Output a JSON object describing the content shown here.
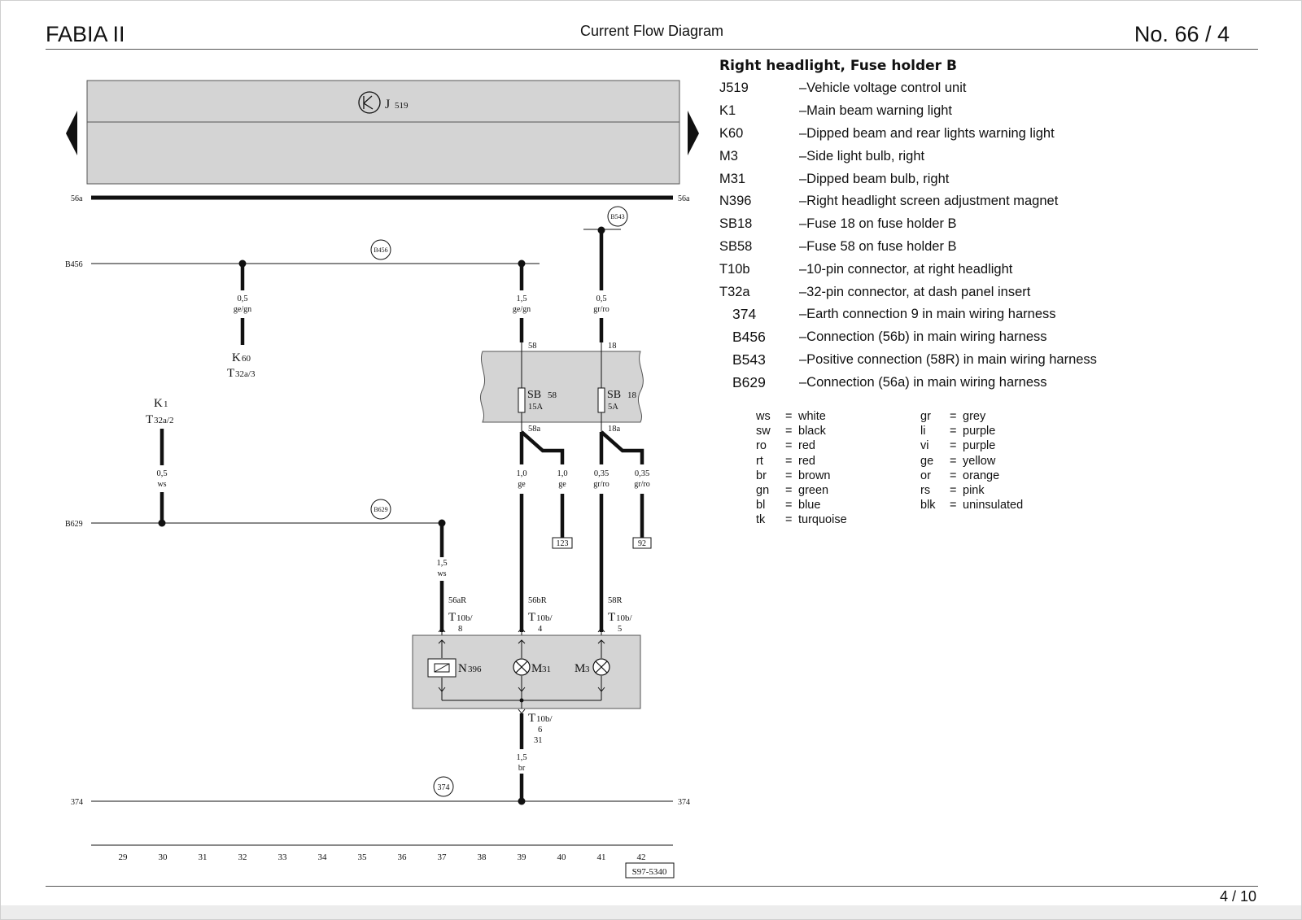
{
  "header": {
    "left": "FABIA II",
    "center": "Current Flow Diagram",
    "right": "No.  66 / 4"
  },
  "legend": {
    "title": "Right headlight, Fuse holder B",
    "components": [
      {
        "code": "J519",
        "desc": "–Vehicle voltage control unit"
      },
      {
        "code": "K1",
        "desc": "–Main beam warning light"
      },
      {
        "code": "K60",
        "desc": "–Dipped beam and rear lights warning light"
      },
      {
        "code": "M3",
        "desc": "–Side light bulb, right"
      },
      {
        "code": "M31",
        "desc": "–Dipped beam bulb, right"
      },
      {
        "code": "N396",
        "desc": "–Right headlight screen adjustment magnet"
      },
      {
        "code": "SB18",
        "desc": "–Fuse 18 on fuse holder B"
      },
      {
        "code": "SB58",
        "desc": "–Fuse 58 on fuse holder B"
      },
      {
        "code": "T10b",
        "desc": "–10-pin connector, at right headlight"
      },
      {
        "code": "T32a",
        "desc": "–32-pin connector, at dash panel insert"
      },
      {
        "code": "374",
        "desc": "–Earth connection 9 in main wiring harness"
      },
      {
        "code": "B456",
        "desc": "–Connection (56b) in main wiring harness"
      },
      {
        "code": "B543",
        "desc": "–Positive connection (58R) in main wiring harness"
      },
      {
        "code": "B629",
        "desc": "–Connection (56a) in main wiring harness"
      }
    ],
    "colors": [
      {
        "code": "ws",
        "name": "white"
      },
      {
        "code": "gr",
        "name": "grey"
      },
      {
        "code": "sw",
        "name": "black"
      },
      {
        "code": "li",
        "name": "purple"
      },
      {
        "code": "ro",
        "name": "red"
      },
      {
        "code": "vi",
        "name": "purple"
      },
      {
        "code": "rt",
        "name": "red"
      },
      {
        "code": "ge",
        "name": "yellow"
      },
      {
        "code": "br",
        "name": "brown"
      },
      {
        "code": "or",
        "name": "orange"
      },
      {
        "code": "gn",
        "name": "green"
      },
      {
        "code": "rs",
        "name": "pink"
      },
      {
        "code": "bl",
        "name": "blue"
      },
      {
        "code": "blk",
        "name": "uninsulated"
      },
      {
        "code": "tk",
        "name": "turquoise"
      }
    ],
    "equals": "="
  },
  "diagram": {
    "j519": {
      "letter": "J",
      "sub": "519"
    },
    "bus_56a": "56a",
    "b456": "B456",
    "b543": "B543",
    "b629": "B629",
    "ground_374": "374",
    "wire_k60": {
      "size": "0,5",
      "color": "ge/gn"
    },
    "wire_sb58_in": {
      "size": "1,5",
      "color": "ge/gn"
    },
    "wire_sb18_in": {
      "size": "0,5",
      "color": "gr/ro"
    },
    "k60": {
      "name": "K",
      "sub": "60",
      "conn": "T",
      "conn_sub": "32a/3"
    },
    "k1": {
      "name": "K",
      "sub": "1",
      "conn": "T",
      "conn_sub": "32a/2"
    },
    "wire_k1": {
      "size": "0,5",
      "color": "ws"
    },
    "sb58": {
      "term_in": "58",
      "term_out": "58a",
      "name": "SB",
      "num": "58",
      "rating": "15A"
    },
    "sb18": {
      "term_in": "18",
      "term_out": "18a",
      "name": "SB",
      "num": "18",
      "rating": "5A"
    },
    "wire_56b": {
      "size": "1,0",
      "color": "ge"
    },
    "wire_56b_branch": {
      "size": "1,0",
      "color": "ge"
    },
    "wire_58r": {
      "size": "0,35",
      "color": "gr/ro"
    },
    "wire_58r_branch": {
      "size": "0,35",
      "color": "gr/ro"
    },
    "ref_123": "123",
    "ref_92": "92",
    "wire_n396": {
      "size": "1,5",
      "color": "ws"
    },
    "pins": [
      {
        "signal": "56aR",
        "conn": "T",
        "sub": "10b/",
        "pin": "8"
      },
      {
        "signal": "56bR",
        "conn": "T",
        "sub": "10b/",
        "pin": "4"
      },
      {
        "signal": "58R",
        "conn": "T",
        "sub": "10b/",
        "pin": "5"
      }
    ],
    "n396": {
      "name": "N",
      "sub": "396"
    },
    "m31": {
      "name": "M",
      "sub": "31"
    },
    "m3": {
      "name": "M",
      "sub": "3"
    },
    "ground_conn": {
      "conn": "T",
      "sub": "10b/",
      "pin": "6",
      "term": "31"
    },
    "wire_ground": {
      "size": "1,5",
      "color": "br"
    },
    "track_numbers": [
      "29",
      "30",
      "31",
      "32",
      "33",
      "34",
      "35",
      "36",
      "37",
      "38",
      "39",
      "40",
      "41",
      "42"
    ],
    "drawing_code": "S97-5340"
  },
  "footer": {
    "page": "4 /  10"
  },
  "colors": {
    "module_fill": "#d4d4d4",
    "wire": "#111111"
  }
}
